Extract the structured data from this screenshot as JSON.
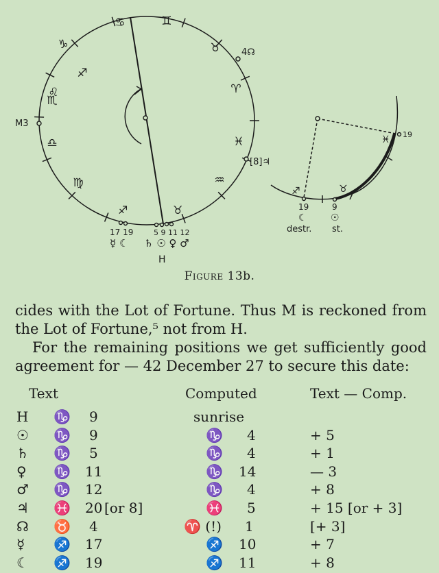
{
  "figure": {
    "sign_labels": [
      "♋",
      "♊",
      "♉",
      "♈",
      "♓",
      "♒",
      "♐",
      "♑",
      "♏",
      "♎",
      "♍",
      "♌"
    ],
    "annotations": {
      "m3": "M3",
      "node4": "4☊",
      "jup8": "[8]♃",
      "left_cluster": "17 19",
      "right_cluster": "5 9 11 12",
      "left_symbols": "☿ ☾",
      "right_symbols": "♄ ☉ ♀ ♂",
      "h": "H",
      "small_19": "19",
      "small_9": "9",
      "small_19_right": "19",
      "small_moon": "☾",
      "small_sun": "☉",
      "destr": "destr.",
      "st": "st.",
      "small_pisces": "♓",
      "small_taurus": "♉",
      "small_sagittarius": "♐",
      "big_taurus": "♉",
      "big_sagittarius": "♐"
    }
  },
  "caption": {
    "label": "Figure",
    "number": "13b."
  },
  "paragraphs": {
    "p1": "cides with the Lot of Fortune. Thus M is reckoned from the Lot of Fortune,⁵ not from H.",
    "p2": "For the remaining positions we get sufficiently good agreement for — 42 December 27 to secure this date:"
  },
  "table": {
    "headers": {
      "text": "Text",
      "computed": "Computed",
      "diff": "Text — Comp."
    },
    "rows": [
      {
        "planet": "H",
        "sign": "♑",
        "deg": "9",
        "extra": "",
        "comp_sign": "",
        "comp_deg": "sunrise",
        "diff": ""
      },
      {
        "planet": "☉",
        "sign": "♑",
        "deg": "9",
        "extra": "",
        "comp_sign": "♑",
        "comp_deg": "4",
        "diff": "+ 5"
      },
      {
        "planet": "♄",
        "sign": "♑",
        "deg": "5",
        "extra": "",
        "comp_sign": "♑",
        "comp_deg": "4",
        "diff": "+ 1"
      },
      {
        "planet": "♀",
        "sign": "♑",
        "deg": "11",
        "extra": "",
        "comp_sign": "♑",
        "comp_deg": "14",
        "diff": "— 3"
      },
      {
        "planet": "♂",
        "sign": "♑",
        "deg": "12",
        "extra": "",
        "comp_sign": "♑",
        "comp_deg": "4",
        "diff": "+ 8"
      },
      {
        "planet": "♃",
        "sign": "♓",
        "deg": "20",
        "extra": "[or 8]",
        "comp_sign": "♓",
        "comp_deg": "5",
        "diff": "+ 15 [or + 3]"
      },
      {
        "planet": "☊",
        "sign": "♉",
        "deg": "4",
        "extra": "",
        "comp_sign": "♈ (!)",
        "comp_deg": "1",
        "diff": "[+ 3]"
      },
      {
        "planet": "☿",
        "sign": "♐",
        "deg": "17",
        "extra": "",
        "comp_sign": "♐",
        "comp_deg": "10",
        "diff": "+ 7"
      },
      {
        "planet": "☾",
        "sign": "♐",
        "deg": "19",
        "extra": "",
        "comp_sign": "♐",
        "comp_deg": "11",
        "diff": "+ 8"
      }
    ]
  }
}
